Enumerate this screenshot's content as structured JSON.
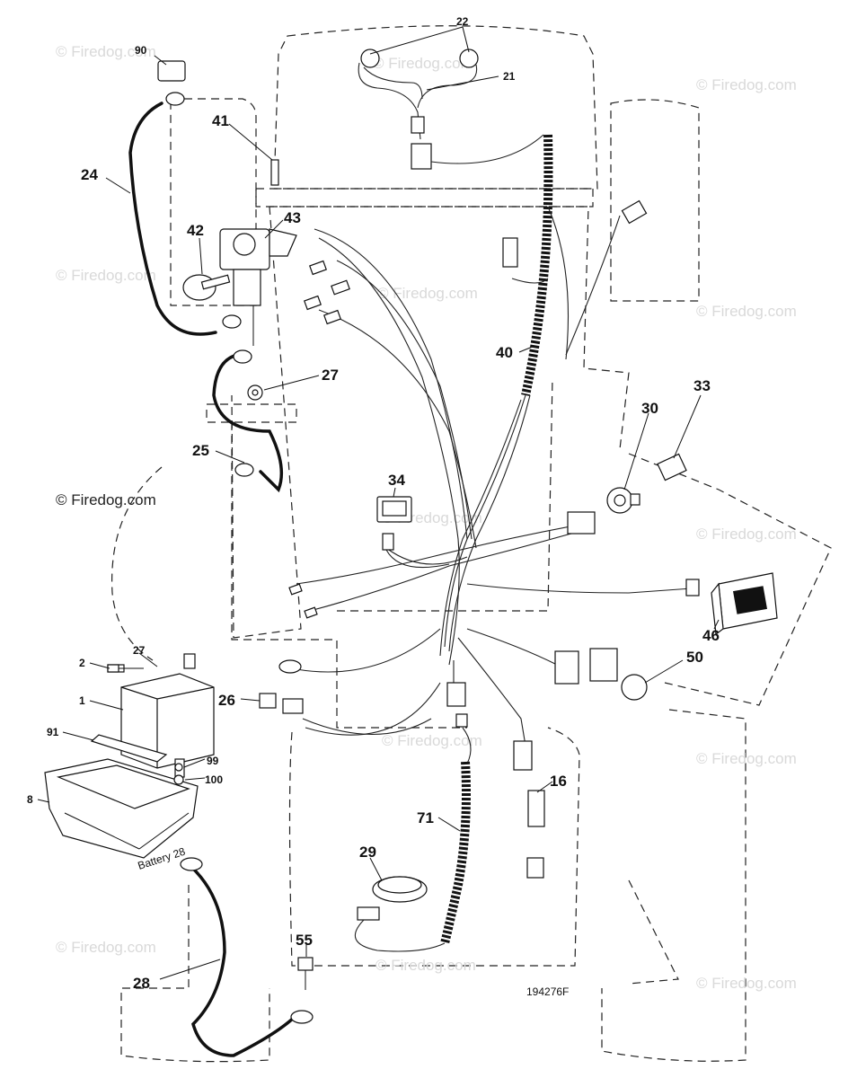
{
  "diagram_code": "194276F",
  "watermark": "© Firedog.com",
  "battery_marking": "Battery 28",
  "labels": [
    "22",
    "21",
    "90",
    "41",
    "24",
    "43",
    "42",
    "40",
    "27",
    "30",
    "33",
    "25",
    "34",
    "46",
    "50",
    "2",
    "27",
    "1",
    "91",
    "99",
    "100",
    "8",
    "26",
    "16",
    "71",
    "29",
    "55",
    "28"
  ]
}
